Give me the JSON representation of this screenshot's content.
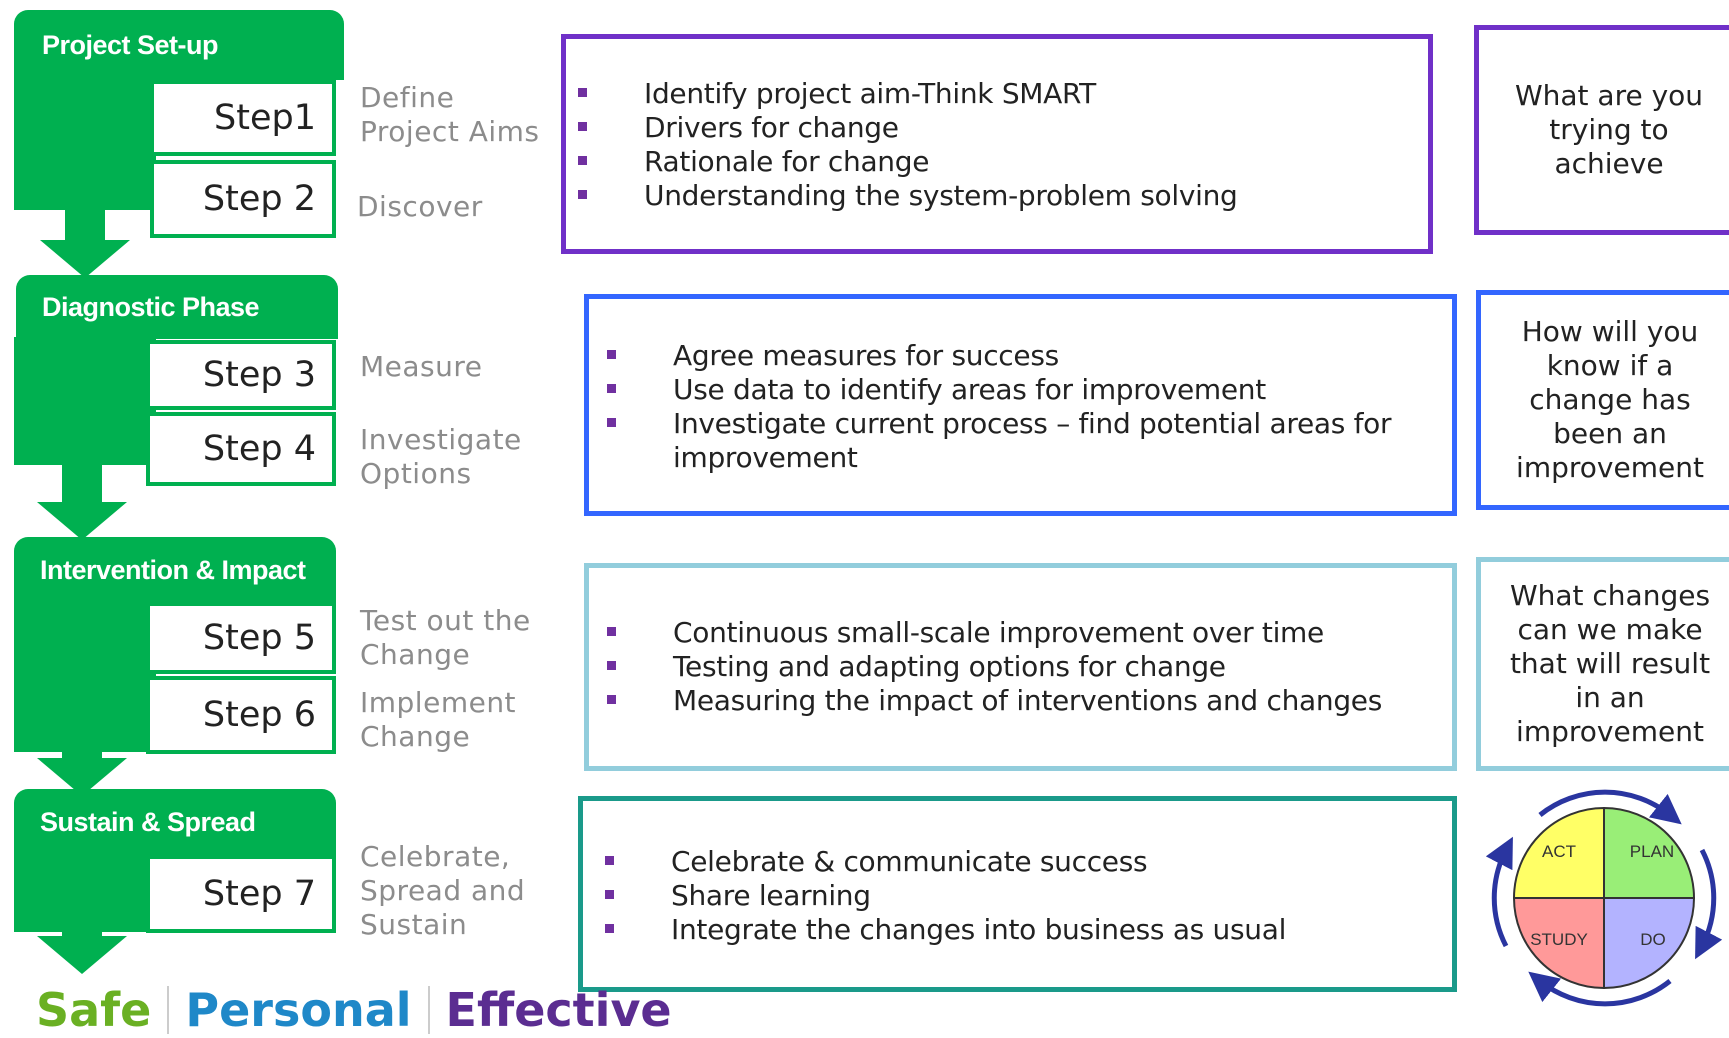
{
  "phases": [
    {
      "title": "Project Set-up"
    },
    {
      "title": "Diagnostic Phase"
    },
    {
      "title": "Intervention & Impact"
    },
    {
      "title": "Sustain & Spread"
    }
  ],
  "steps": [
    {
      "label": "Step1",
      "name": "Define\nProject Aims"
    },
    {
      "label": "Step 2",
      "name": "Discover"
    },
    {
      "label": "Step 3",
      "name": "Measure"
    },
    {
      "label": "Step 4",
      "name": "Investigate\nOptions"
    },
    {
      "label": "Step 5",
      "name": "Test out the\nChange"
    },
    {
      "label": "Step 6",
      "name": "Implement\nChange"
    },
    {
      "label": "Step 7",
      "name": "Celebrate,\nSpread and\nSustain"
    }
  ],
  "boxes": [
    {
      "color": "#7030c8",
      "items": [
        "Identify project aim-Think SMART",
        "Drivers for change",
        "Rationale for change",
        "Understanding the system-problem solving"
      ]
    },
    {
      "color": "#3366ff",
      "items": [
        "Agree measures for success",
        "Use data  to identify areas for improvement",
        "Investigate current process – find potential areas for improvement"
      ]
    },
    {
      "color": "#92cddc",
      "items": [
        "Continuous small-scale improvement over time",
        "Testing and adapting options for change",
        "Measuring the impact of interventions and changes"
      ]
    },
    {
      "color": "#1a9a8a",
      "items": [
        "Celebrate & communicate success",
        "Share learning",
        "Integrate the changes into business as usual"
      ]
    }
  ],
  "questions": [
    {
      "color": "#7030c8",
      "text": "What are you\ntrying to\nachieve"
    },
    {
      "color": "#3366ff",
      "text": "How will you\nknow if a\nchange has\nbeen an\nimprovement"
    },
    {
      "color": "#92cddc",
      "text": "What changes\ncan we make\nthat will result\nin an\nimprovement"
    }
  ],
  "pdsa": {
    "act": "ACT",
    "plan": "PLAN",
    "study": "STUDY",
    "do": "DO",
    "colors": {
      "act": "#ffff66",
      "plan": "#99ee77",
      "study": "#ff9999",
      "do": "#b3b3ff",
      "arrows": "#2a35a0"
    }
  },
  "footer": {
    "safe": "Safe",
    "personal": "Personal",
    "effective": "Effective"
  },
  "colors": {
    "green": "#00b050",
    "bullet": "#7030a0",
    "safe": "#6ab023",
    "personal": "#1f88c8",
    "effective": "#5b2d91"
  }
}
